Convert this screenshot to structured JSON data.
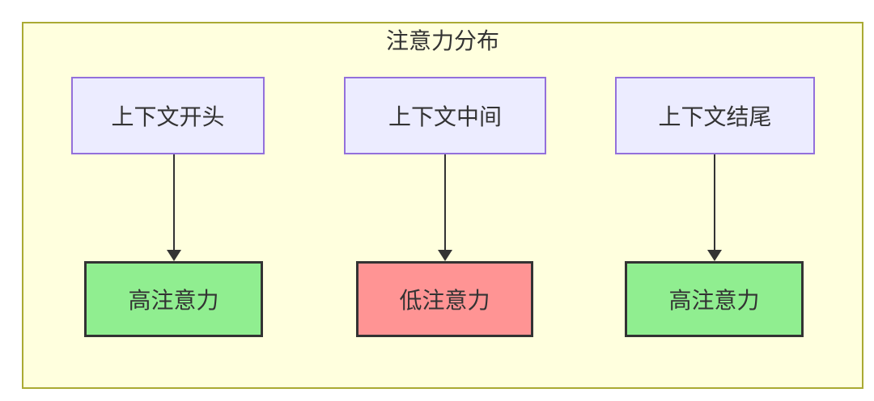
{
  "diagram": {
    "title": "注意力分布",
    "top_nodes": [
      {
        "id": "context-start",
        "label": "上下文开头"
      },
      {
        "id": "context-middle",
        "label": "上下文中间"
      },
      {
        "id": "context-end",
        "label": "上下文结尾"
      }
    ],
    "bottom_nodes": [
      {
        "id": "attention-start",
        "label": "高注意力",
        "level": "high"
      },
      {
        "id": "attention-middle",
        "label": "低注意力",
        "level": "low"
      },
      {
        "id": "attention-end",
        "label": "高注意力",
        "level": "high"
      }
    ],
    "edges": [
      {
        "from": "上下文开头",
        "to": "高注意力"
      },
      {
        "from": "上下文中间",
        "to": "低注意力"
      },
      {
        "from": "上下文结尾",
        "to": "高注意力"
      }
    ],
    "colors": {
      "container_fill": "#ffffde",
      "container_border": "#aaaa33",
      "context_node_fill": "#ececff",
      "context_node_border": "#9370db",
      "high_attention_fill": "#90ee90",
      "low_attention_fill": "#ff9494",
      "attention_node_border": "#333333",
      "text": "#333333",
      "arrow": "#333333"
    }
  }
}
